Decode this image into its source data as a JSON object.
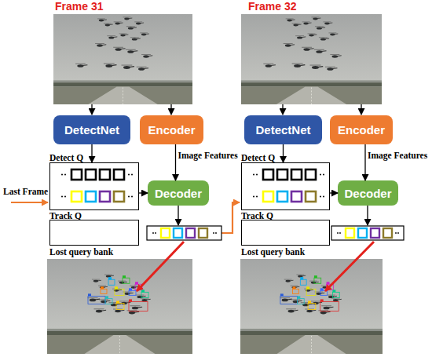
{
  "diagram": {
    "nodes": [
      {
        "text": [
          "DetectNet"
        ]
      },
      {
        "text": [
          "Encoder"
        ]
      },
      {
        "text": [
          "DetectNet"
        ]
      },
      {
        "text": [
          "Encoder"
        ]
      },
      {
        "text": [
          "Detect Q",
          "Track Q"
        ]
      },
      {
        "text": [
          "Decoder"
        ]
      },
      {
        "text": [
          "Detect Q",
          "Track Q"
        ]
      },
      {
        "text": [
          "Decoder"
        ]
      },
      {
        "text": [
          "Lost query bank"
        ]
      },
      {
        "text": [
          "Lost query bank"
        ]
      }
    ],
    "edges": [
      {
        "from": 0,
        "to": 4,
        "arrow": "to"
      },
      {
        "from": 1,
        "to": 5,
        "label": "Image Features",
        "arrow": "to"
      },
      {
        "from": 4,
        "to": 5,
        "arrow": "to"
      },
      {
        "from": 2,
        "to": 6,
        "arrow": "to"
      },
      {
        "from": 3,
        "to": 7,
        "label": "Image Features",
        "arrow": "to"
      },
      {
        "from": 6,
        "to": 7,
        "arrow": "to"
      }
    ],
    "labels": [
      "Frame 31",
      "Frame 32",
      "Last Frame"
    ]
  }
}
